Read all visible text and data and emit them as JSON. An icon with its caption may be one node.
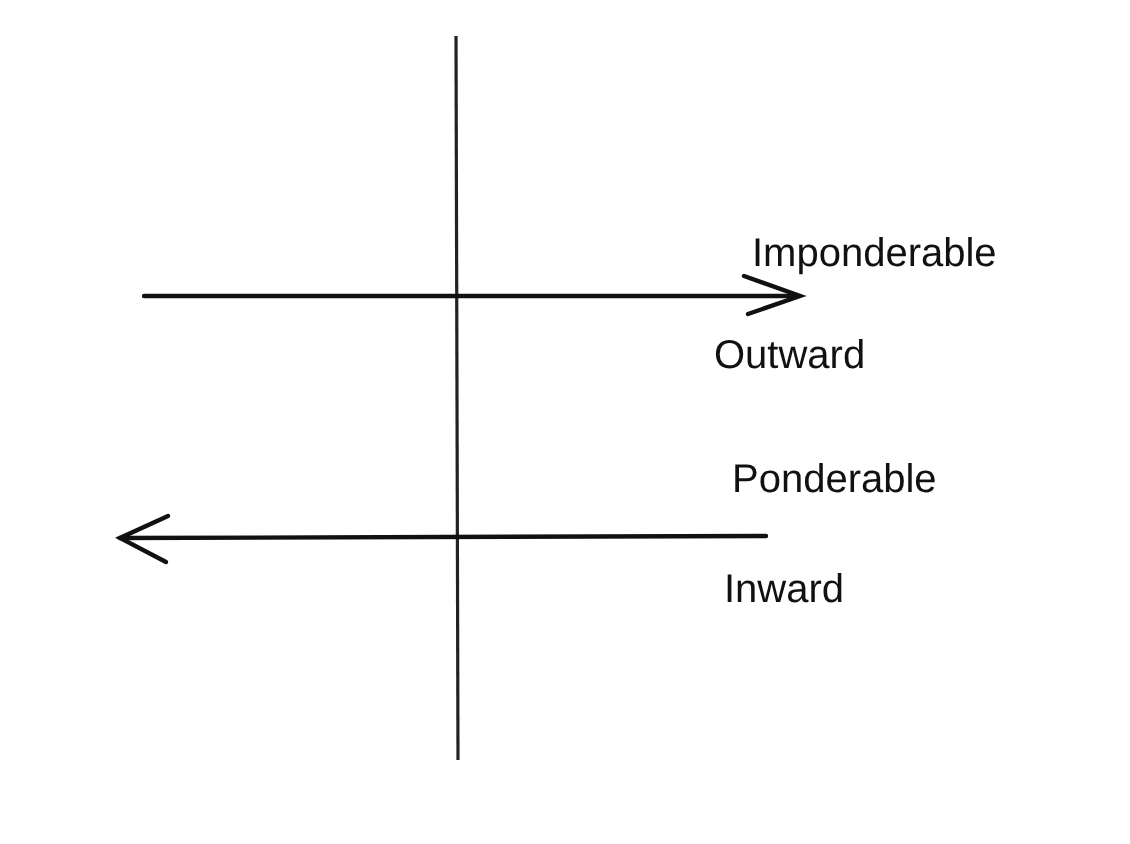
{
  "diagram": {
    "labels": [
      "Imponderable",
      "Outward",
      "Ponderable",
      "Inward"
    ]
  }
}
